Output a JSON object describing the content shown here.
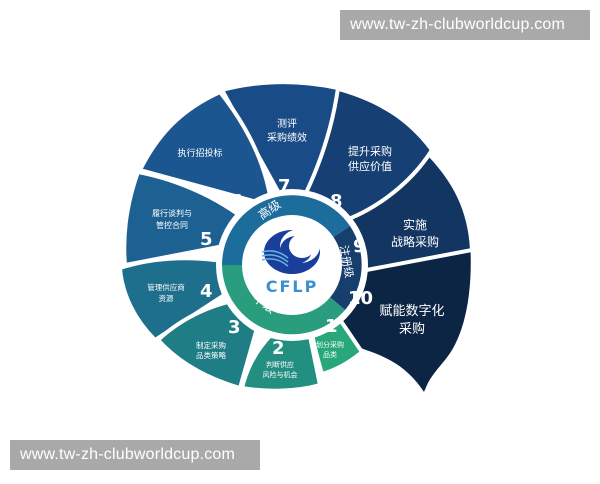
{
  "watermarks": {
    "top": "www.tw-zh-clubworldcup.com",
    "bottom": "www.tw-zh-clubworldcup.com"
  },
  "center": {
    "logo_text": "CFLP",
    "levels": {
      "intermediate": "中级",
      "advanced": "高级",
      "registered": "注册级"
    }
  },
  "segments": [
    {
      "number": "1",
      "line1": "划分采购",
      "line2": "品类",
      "color": "#27a77a"
    },
    {
      "number": "2",
      "line1": "判断供应",
      "line2": "风险与机会",
      "color": "#228f80"
    },
    {
      "number": "3",
      "line1": "制定采购",
      "line2": "品类策略",
      "color": "#1f7d86"
    },
    {
      "number": "4",
      "line1": "管理供应商",
      "line2": "资源",
      "color": "#1e6f8c"
    },
    {
      "number": "5",
      "line1": "履行谈判与",
      "line2": "管控合同",
      "color": "#1c6192"
    },
    {
      "number": "6",
      "line1": "执行招投标",
      "line2": "",
      "color": "#1b5690"
    },
    {
      "number": "7",
      "line1": "测评",
      "line2": "采购绩效",
      "color": "#194b86"
    },
    {
      "number": "8",
      "line1": "提升采购",
      "line2": "供应价值",
      "color": "#163f74"
    },
    {
      "number": "9",
      "line1": "实施",
      "line2": "战略采购",
      "color": "#123562"
    },
    {
      "number": "10",
      "line1": "赋能数字化",
      "line2": "采购",
      "color": "#0c2544"
    }
  ],
  "colors": {
    "logo_blue": "#1a3f9a",
    "logo_light": "#6ab3e0",
    "ring_green": "#2a9d7f",
    "ring_blue": "#1c6c9c",
    "ring_navy": "#163f6e"
  }
}
